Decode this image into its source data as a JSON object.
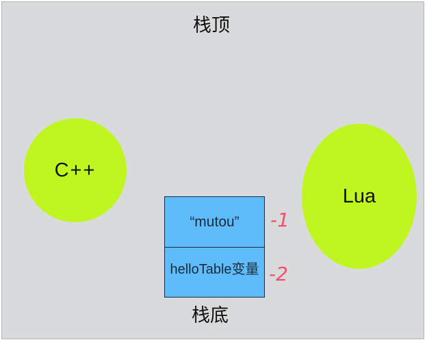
{
  "diagram": {
    "top_label": "栈顶",
    "bottom_label": "栈底",
    "left_node": "C++",
    "right_node": "Lua",
    "stack": [
      {
        "value": "“mutou”",
        "index": "-1"
      },
      {
        "value": "helloTable变量",
        "index": "-2"
      }
    ]
  },
  "colors": {
    "background": "#d9dadb",
    "node_fill": "#bff620",
    "stack_fill": "#5fbcfa",
    "index_color": "#f0506e"
  }
}
